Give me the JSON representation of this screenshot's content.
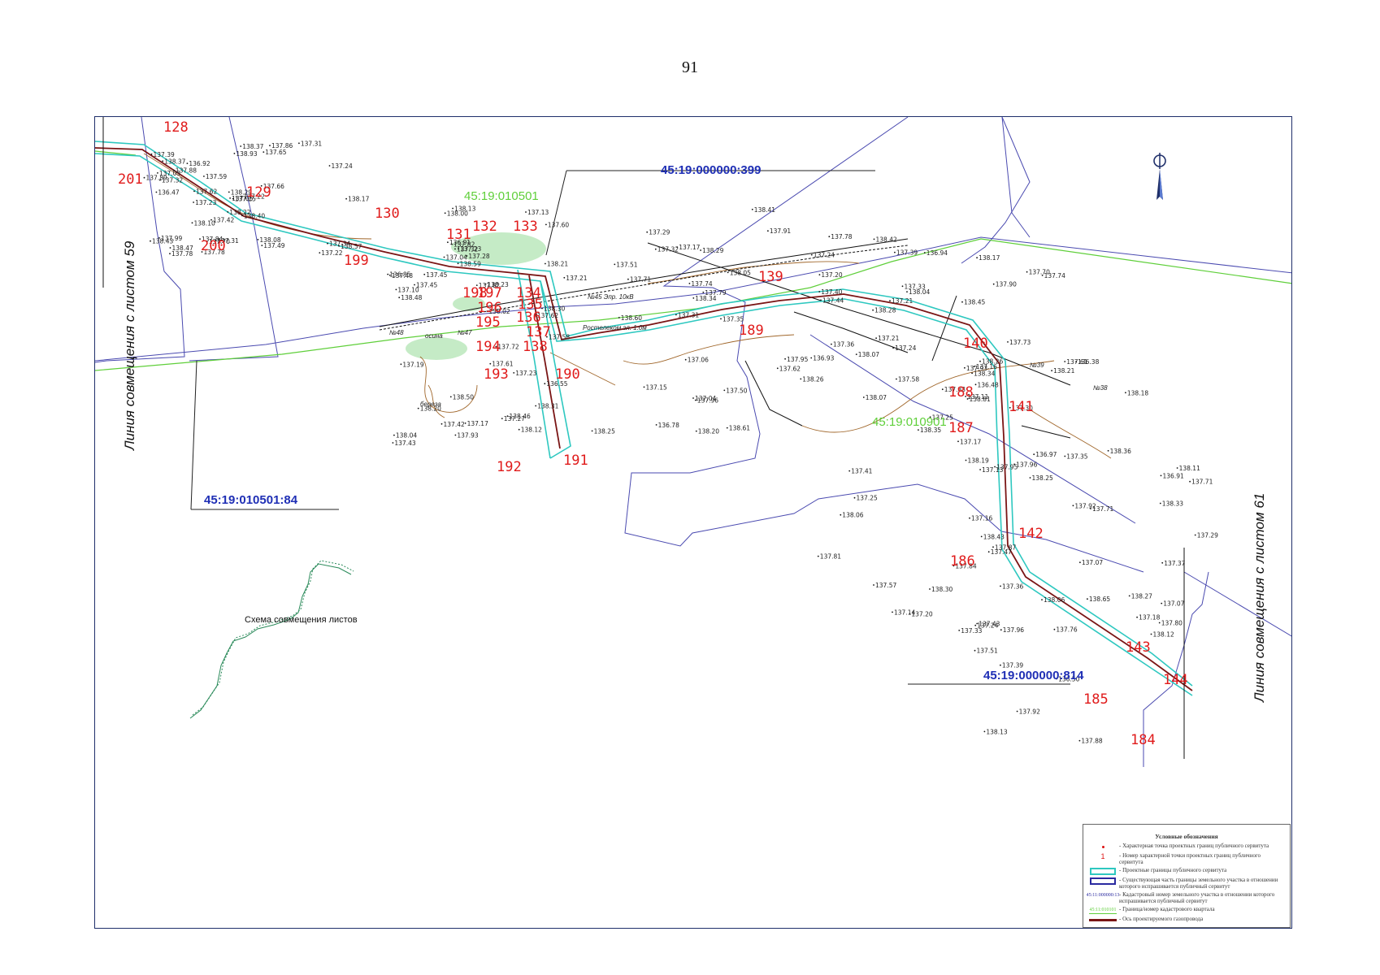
{
  "page": {
    "number": "91"
  },
  "map": {
    "side_labels": {
      "left": "Линия совмещения с листом 59",
      "right": "Линия совмещения с листом 61"
    },
    "parcel_labels": [
      {
        "text": "45:19:000000:399",
        "kind": "cadastral"
      },
      {
        "text": "45:19:010501:84",
        "kind": "cadastral"
      },
      {
        "text": "45:19:000000:814",
        "kind": "cadastral"
      }
    ],
    "quarter_labels": [
      {
        "text": "45:19:010501"
      },
      {
        "text": "45:19:010901"
      }
    ],
    "point_numbers": [
      "128",
      "129",
      "130",
      "131",
      "132",
      "133",
      "134",
      "135",
      "136",
      "137",
      "138",
      "139",
      "140",
      "141",
      "142",
      "143",
      "144",
      "184",
      "185",
      "186",
      "187",
      "188",
      "189",
      "190",
      "191",
      "192",
      "193",
      "194",
      "195",
      "196",
      "197",
      "198",
      "199",
      "200",
      "201"
    ],
    "annotations": [
      "№45 Эпр. 10кВ",
      "Ростелеком эл. 1.0м",
      "осина",
      "береза",
      "№47",
      "№48",
      "№38",
      "№39"
    ],
    "elevations": [
      "138.57",
      "138.48",
      "138.42",
      "138.35",
      "138.36",
      "138.47",
      "137.82",
      "138.05",
      "138.06",
      "138.25",
      "138.43",
      "138.20",
      "138.29",
      "138.34",
      "138.27",
      "138.37",
      "138.13",
      "138.04",
      "137.95",
      "138.11",
      "138.29",
      "138.50",
      "138.34",
      "138.28",
      "138.18",
      "138.10",
      "138.12",
      "138.07",
      "137.96",
      "137.88",
      "137.59",
      "137.45",
      "137.62",
      "137.57",
      "137.71",
      "137.66",
      "138.04",
      "137.96",
      "138.81",
      "137.51",
      "137.24",
      "137.60",
      "137.95",
      "137.47",
      "137.39",
      "137.78",
      "137.43",
      "137.50",
      "137.74",
      "137.61",
      "137.62",
      "137.48",
      "137.51",
      "137.70",
      "138.13",
      "137.86",
      "138.00",
      "137.79",
      "137.71",
      "137.76",
      "137.70",
      "137.72",
      "137.71",
      "137.81",
      "137.93",
      "137.88",
      "137.58",
      "137.74",
      "137.84",
      "137.92",
      "137.99",
      "138.02",
      "138.07",
      "138.30",
      "138.33",
      "138.40",
      "138.46",
      "138.61",
      "138.43",
      "138.21",
      "138.17",
      "138.23",
      "138.26",
      "137.83",
      "137.80",
      "137.89",
      "137.93",
      "137.91",
      "137.90",
      "137.87",
      "137.78",
      "137.62",
      "137.33",
      "137.41",
      "137.96",
      "137.84",
      "137.82",
      "137.78",
      "137.58",
      "137.37",
      "137.39",
      "137.23",
      "137.31",
      "137.14",
      "137.33",
      "137.25",
      "137.13",
      "137.17",
      "137.20",
      "137.24",
      "137.22",
      "137.28",
      "137.32",
      "137.30",
      "137.36",
      "137.34",
      "137.42",
      "137.40",
      "137.44",
      "137.43",
      "137.49",
      "137.45",
      "137.29",
      "137.35",
      "137.18",
      "137.23",
      "137.19",
      "137.21",
      "137.24",
      "137.07",
      "137.32",
      "137.23",
      "137.35",
      "137.16",
      "137.11",
      "137.31",
      "137.27",
      "137.04",
      "136.94",
      "136.91",
      "136.92",
      "136.85",
      "136.78",
      "136.97",
      "136.38",
      "138.93",
      "138.59",
      "138.60",
      "138.45",
      "138.65",
      "138.37",
      "138.30",
      "138.20",
      "138.17",
      "138.19",
      "138.22",
      "138.31",
      "138.25",
      "138.06",
      "138.12",
      "138.08",
      "138.21",
      "138.41",
      "138.26",
      "137.92",
      "137.65",
      "137.61",
      "137.39",
      "137.36",
      "137.17",
      "137.22",
      "137.17",
      "137.21",
      "137.20",
      "137.13",
      "137.03",
      "137.10",
      "137.15",
      "137.25",
      "137.07",
      "137.42",
      "137.32",
      "137.24",
      "136.48",
      "136.50",
      "136.47",
      "136.91",
      "136.93",
      "137.25",
      "137.16",
      "137.31",
      "137.04",
      "137.21",
      "137.73",
      "137.29",
      "137.05",
      "136.55",
      "137.06"
    ],
    "scheme_caption": "Схема совмещения листов"
  },
  "legend": {
    "title": "Условные обозначения",
    "items": [
      {
        "symbol": "dot",
        "sample": "",
        "text": "- Характерная точка проектных границ публичного сервитута"
      },
      {
        "symbol": "num",
        "sample": "1",
        "text": "- Номер характерной точки проектных границ публичного сервитута"
      },
      {
        "symbol": "box-cyan",
        "sample": "",
        "text": "- Проектные границы публичного сервитута"
      },
      {
        "symbol": "box-navy",
        "sample": "",
        "text": "- Существующая часть границы земельного участка в отношении которого испрашивается публичный сервитут"
      },
      {
        "symbol": "cad",
        "sample": "45:11:000000:13",
        "text": "- Кадастровый номер земельного участка в отношении которого испрашивается публичный сервитут"
      },
      {
        "symbol": "quarter",
        "sample": "45:11:010101",
        "text": "- Граница/номер кадастрового квартала"
      },
      {
        "symbol": "axis",
        "sample": "",
        "text": "- Ось проектируемого газопровода"
      }
    ]
  },
  "colors": {
    "cadastral": "#1f2fb5",
    "quarter": "#5fcf3a",
    "point": "#e01b1b",
    "servitude": "#2ec8c0",
    "axis": "#7a1515",
    "contour": "#a0662a",
    "parcel_line": "#4a4ab0",
    "frame": "#1f2f6a"
  }
}
